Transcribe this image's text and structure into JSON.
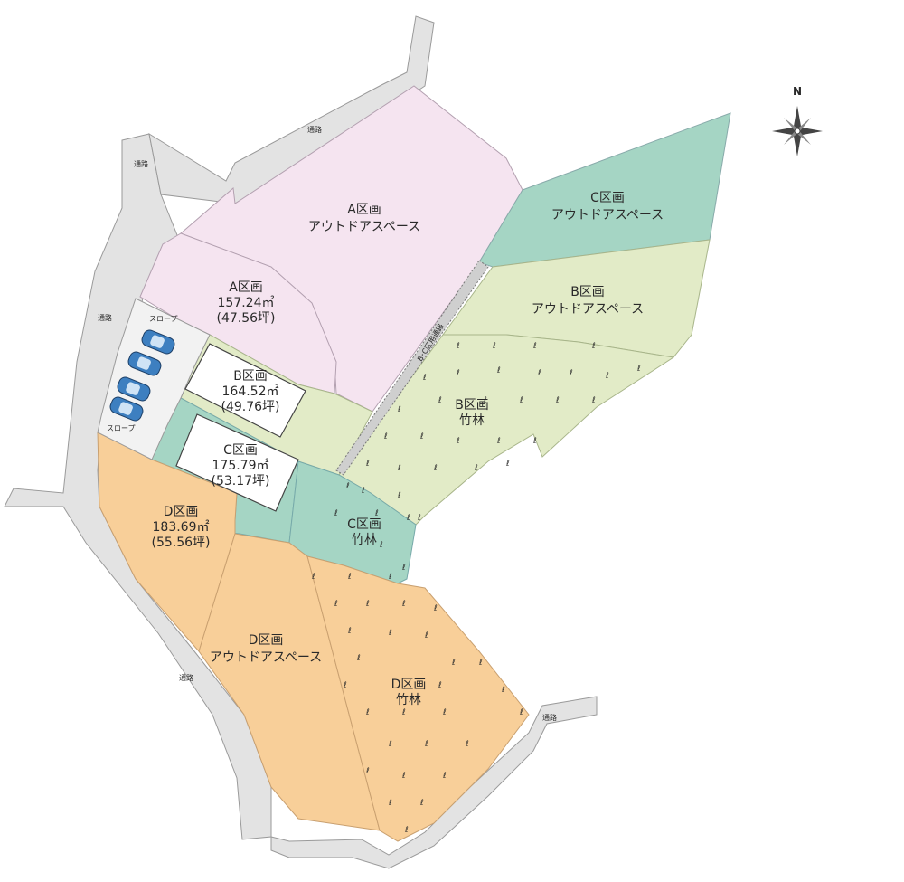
{
  "map": {
    "north_label": "N",
    "road_labels": [
      "通路",
      "通路",
      "通路",
      "通路",
      "通路"
    ],
    "slope_labels": [
      "スロープ",
      "スロープ"
    ],
    "shared_road_label": "B･C区用通路",
    "colors": {
      "road": "#e3e3e3",
      "road_border": "#9a9a9a",
      "zone_a": "#f5e4f0",
      "zone_b": "#e2ebc7",
      "zone_c": "#a5d5c4",
      "zone_d": "#f8cf99",
      "parking": "#f2f2f2",
      "building": "#ffffff",
      "car": "#3d7fc0"
    },
    "zones": {
      "a_outdoor": {
        "line1": "A区画",
        "line2": "アウトドアスペース"
      },
      "a_lot": {
        "line1": "A区画",
        "line2": "157.24㎡",
        "line3": "(47.56坪)"
      },
      "b_lot": {
        "line1": "B区画",
        "line2": "164.52㎡",
        "line3": "(49.76坪)"
      },
      "c_lot": {
        "line1": "C区画",
        "line2": "175.79㎡",
        "line3": "(53.17坪)"
      },
      "d_lot": {
        "line1": "D区画",
        "line2": "183.69㎡",
        "line3": "(55.56坪)"
      },
      "c_outdoor": {
        "line1": "C区画",
        "line2": "アウトドアスペース"
      },
      "b_outdoor": {
        "line1": "B区画",
        "line2": "アウトドアスペース"
      },
      "b_bamboo": {
        "line1": "B区画",
        "line2": "竹林"
      },
      "c_bamboo": {
        "line1": "C区画",
        "line2": "竹林"
      },
      "d_outdoor": {
        "line1": "D区画",
        "line2": "アウトドアスペース"
      },
      "d_bamboo": {
        "line1": "D区画",
        "line2": "竹林"
      }
    },
    "bamboo_symbol": "ℓ"
  }
}
